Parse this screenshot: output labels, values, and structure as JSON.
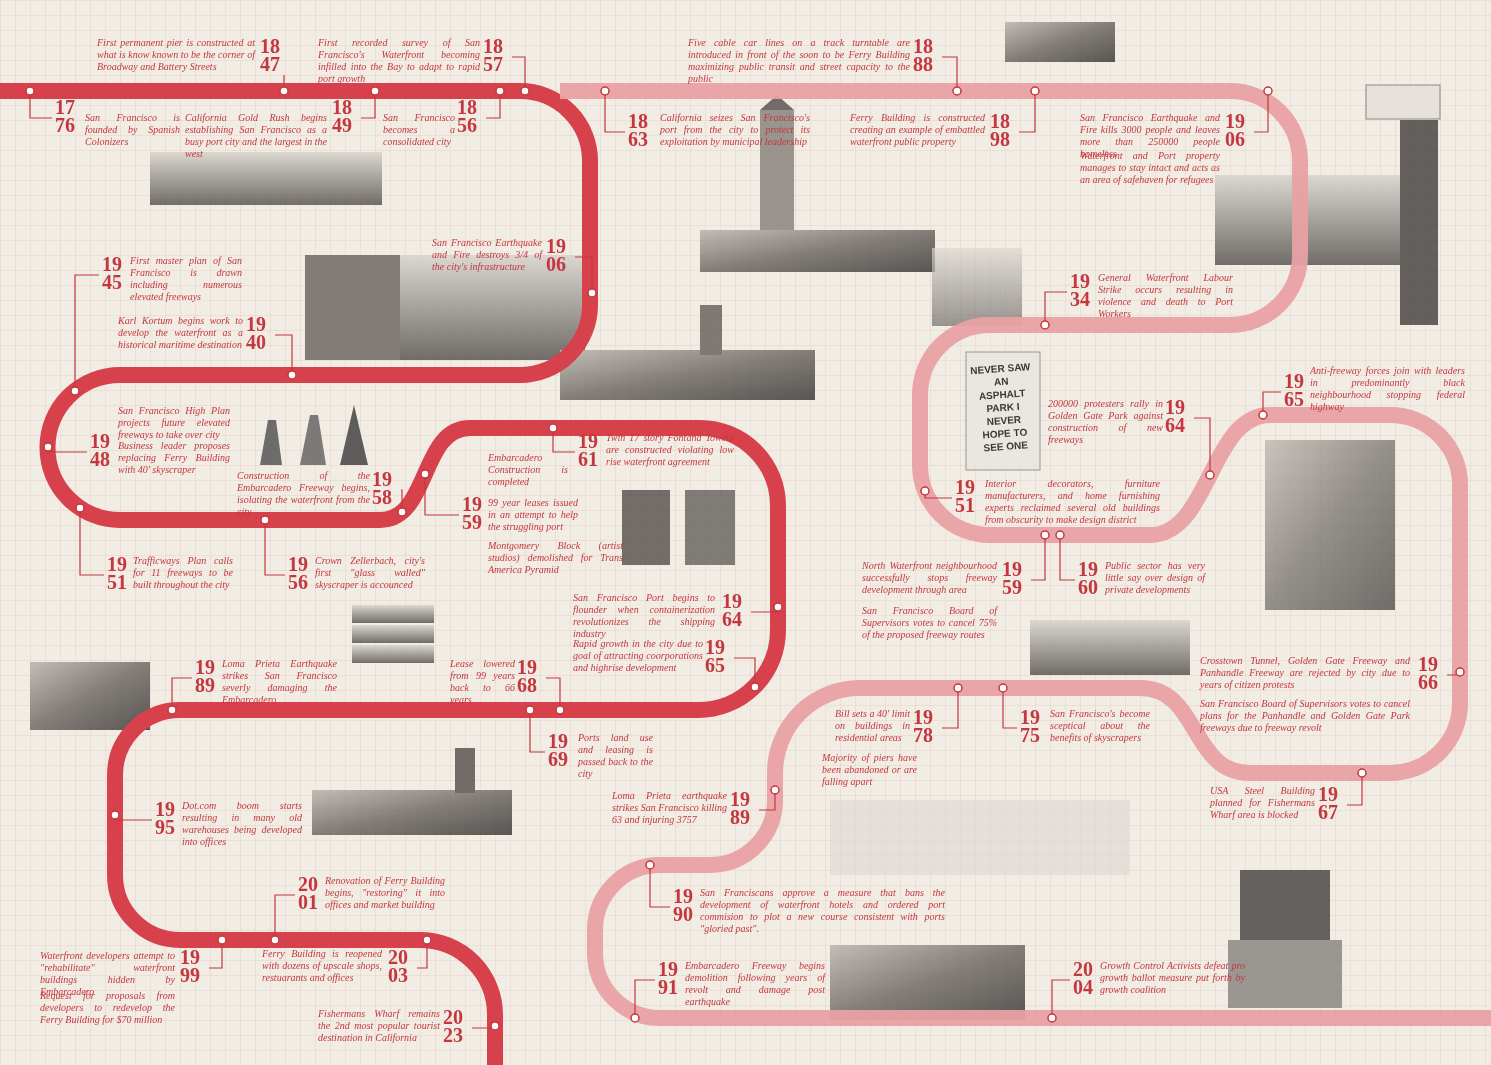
{
  "diagram": {
    "labels": [
      "17 76",
      "San Francisco is founded by Spanish Colonizers",
      "18 47",
      "First permanent pier is constructed at what is know known to be the corner of Broadway and Battery Streets",
      "18 49",
      "California Gold Rush begins establishing San Francisco as a busy port city and the largest in the west",
      "18 57",
      "First recorded survey of San Francisco's Waterfront becoming infilled into the Bay to adapt to rapid port growth",
      "18 56",
      "San Francisco becomes a consolidated city",
      "19 06",
      "San Francisco Earthquake and Fire destroys 3/4 of the city's infrastructure",
      "19 45",
      "First master plan of San Francisco is drawn including numerous elevated freeways",
      "19 40",
      "Karl Kortum begins work to develop the waterfront as a historical maritime destination",
      "19 48",
      "San Francisco High Plan projects future elevated freeways to take over city",
      "Business leader proposes replacing Ferry Building with 40' skyscraper",
      "19 58",
      "Construction of the Embarcadero Freeway begins, isolating the waterfront from the city",
      "19 59",
      "Embarcadero Construction is completed",
      "99 year leases issued in an attempt to help the struggling port",
      "Montgomery Block (artist studios) demolished for Trans America Pyramid",
      "19 51",
      "Trafficways Plan calls for 11 freeways to be built throughout the city",
      "19 56",
      "Crown Zellerbach, city's first \"glass walled\" skyscraper is accounced",
      "19 61",
      "Twin 17 story Fontana Towers are constructed violating low rise waterfront agreement",
      "19 64",
      "San Francisco Port begins to flounder when containerization revolutionizes the shipping industry",
      "19 65",
      "Rapid growth in the city due to goal of attracting coorporations and highrise development",
      "19 68",
      "Lease lowered from 99 years back to 66 years",
      "19 69",
      "Ports land use and leasing is passed back to the city",
      "19 89",
      "Loma Prieta Earthquake strikes San Francisco severly damaging the Embarcadero",
      "19 95",
      "Dot.com boom starts resulting in many old warehouses being developed into offices",
      "20 01",
      "Renovation of Ferry Building begins, \"restoring\" it into offices and market building",
      "19 99",
      "Waterfront developers attempt to \"rehabilitate\" waterfront buildings hidden by Embarcadero",
      "Request for proposals from developers to redevelop the Ferry Building for $70 million",
      "20 03",
      "Ferry Building is reopened with dozens of upscale shops, restuarants and offices",
      "20 23",
      "Fishermans Wharf remains the 2nd most popular tourist destination in California",
      "18 63",
      "California seizes San Francisco's port from the city to protect its exploitation by municipal leadership",
      "18 88",
      "Five cable car lines on a track turntable are introduced in front of the soon to be Ferry Building maximizing public transit and street capacity to the public",
      "18 98",
      "Ferry Building is constructed creating an example of embattled waterfront public property",
      "19 06",
      "San Francisco Earthquake and Fire kills 3000 people and leaves more than 250000 people homeless",
      "Waterfront and Port property manages to stay intact and acts as an area of safehaven for refugees",
      "19 34",
      "General Waterfront Labour Strike occurs resulting in violence and death to Port Workers",
      "19 64",
      "200000 protesters rally in Golden Gate Park against construction of new freeways",
      "19 65",
      "Anti-freeway forces join with leaders in predominantly black neighbourhood stopping federal highway",
      "19 51",
      "Interior decorators, furniture manufacturers, and home furnishing experts reclaimed several old buildings from obscurity to make design district",
      "19 59",
      "North Waterfront neighbourhood successfully stops freeway development through area",
      "San Francisco Board of Supervisors votes to cancel 75% of the proposed freeway routes",
      "19 60",
      "Public sector has very little say over design of private developments",
      "19 66",
      "Crosstown Tunnel, Golden Gate Freeway and Panhandle Freeway are rejected by city due to years of citizen protests",
      "San Francisco Board of Supervisors votes to cancel plans for the Panhandle and Golden Gate Park freeways due to freeway revolt",
      "19 67",
      "USA Steel Building planned for Fishermans Wharf area is blocked",
      "19 78",
      "Bill sets a 40' limit on buildings in residential areas",
      "Majority of piers have been abandoned or are falling apart",
      "19 75",
      "San Francisco's become sceptical about the benefits of skyscrapers",
      "19 89",
      "Loma Prieta earthquake strikes San Francisco killing 63 and injuring 3757",
      "19 90",
      "San Franciscans approve a measure that bans the development of waterfront hotels and ordered port commision to plot a new course consistent with ports \"gloried past\".",
      "19 91",
      "Embarcadero Freeway begins demolition following years of revolt and damage post earthquake",
      "20 04",
      "Growth Control Activists defeat pro growth ballot measure put forth by growth coalition",
      "NEVER SAW AN ASPHALT PARK I NEVER HOPE TO SEE ONE"
    ]
  }
}
